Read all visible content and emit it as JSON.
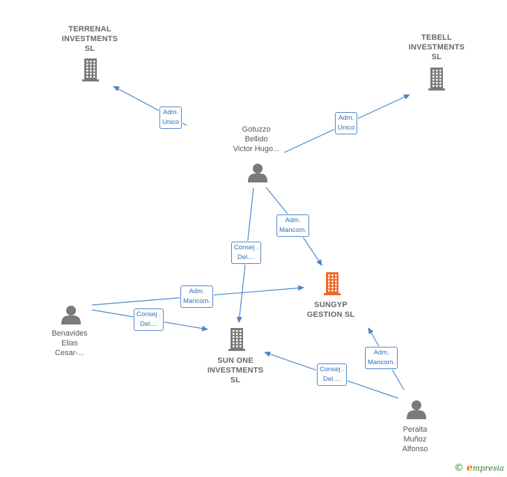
{
  "nodes": {
    "terrenal": {
      "label": "TERRENAL\nINVESTMENTS\nSL",
      "kind": "company",
      "icon": "building-icon"
    },
    "tebell": {
      "label": "TEBELL\nINVESTMENTS\nSL",
      "kind": "company",
      "icon": "building-icon"
    },
    "gotuzzo": {
      "label": "Gotuzzo\nBellido\nVictor Hugo...",
      "kind": "person",
      "icon": "person-icon"
    },
    "sungyp": {
      "label": "SUNGYP\nGESTION  SL",
      "kind": "company",
      "icon": "building-icon",
      "highlight": true
    },
    "sunone": {
      "label": "SUN ONE\nINVESTMENTS\nSL",
      "kind": "company",
      "icon": "building-icon"
    },
    "benavides": {
      "label": "Benavides\nElias\nCesar-...",
      "kind": "person",
      "icon": "person-icon"
    },
    "peralta": {
      "label": "Peralta\nMuñoz\nAlfonso",
      "kind": "person",
      "icon": "person-icon"
    }
  },
  "edges": [
    {
      "from": "gotuzzo",
      "to": "terrenal",
      "label": "Adm.\nUnico"
    },
    {
      "from": "gotuzzo",
      "to": "tebell",
      "label": "Adm.\nUnico"
    },
    {
      "from": "gotuzzo",
      "to": "sungyp",
      "label": "Adm.\nMancom."
    },
    {
      "from": "gotuzzo",
      "to": "sunone",
      "label": "Consej .\nDel...."
    },
    {
      "from": "benavides",
      "to": "sungyp",
      "label": "Adm.\nMancom."
    },
    {
      "from": "benavides",
      "to": "sunone",
      "label": "Consej .\nDel...."
    },
    {
      "from": "peralta",
      "to": "sungyp",
      "label": "Adm.\nMancom."
    },
    {
      "from": "peralta",
      "to": "sunone",
      "label": "Consej .\nDel...."
    }
  ],
  "colors": {
    "edge": "#4a86c8",
    "company_icon": "#7a7a7a",
    "person_icon": "#7a7a7a",
    "highlight_icon": "#f0662a"
  },
  "brand": {
    "copyright": "©",
    "name_first": "e",
    "name_rest": "mpresia"
  }
}
